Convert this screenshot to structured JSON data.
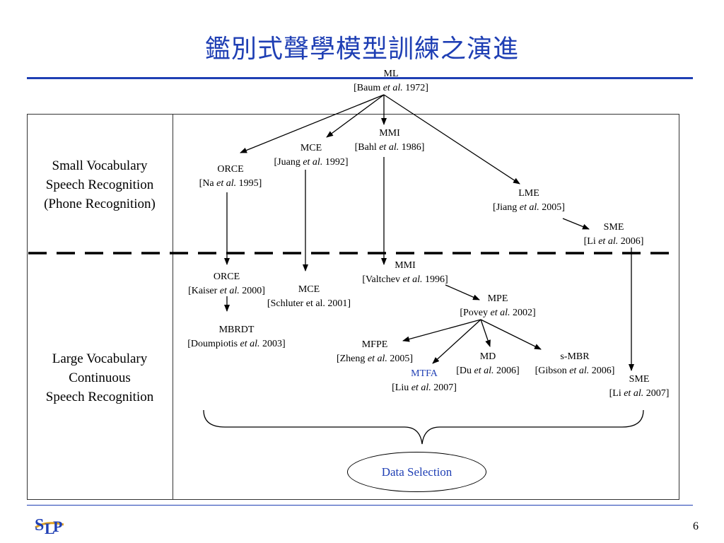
{
  "slide": {
    "title": "鑑別式聲學模型訓練之演進",
    "page_number": "6",
    "logo_text": "SLP"
  },
  "rows": {
    "small": [
      "Small Vocabulary",
      "Speech Recognition",
      "(Phone Recognition)"
    ],
    "large": [
      "Large Vocabulary",
      "Continuous",
      "Speech Recognition"
    ]
  },
  "nodes": {
    "ml": {
      "name": "ML",
      "pre": "[Baum ",
      "etal": "et al.",
      "post": " 1972]"
    },
    "orce_small": {
      "name": "ORCE",
      "pre": "[Na ",
      "etal": "et al.",
      "post": " 1995]"
    },
    "mce_small": {
      "name": "MCE",
      "pre": "[Juang ",
      "etal": "et al.",
      "post": " 1992]"
    },
    "mmi_small": {
      "name": "MMI",
      "pre": "[Bahl ",
      "etal": "et al.",
      "post": " 1986]"
    },
    "lme": {
      "name": "LME",
      "pre": "[Jiang ",
      "etal": "et al.",
      "post": " 2005]"
    },
    "sme_small": {
      "name": "SME",
      "pre": "[Li ",
      "etal": "et al.",
      "post": " 2006]"
    },
    "orce_large": {
      "name": "ORCE",
      "pre": "[Kaiser ",
      "etal": "et al.",
      "post": " 2000]"
    },
    "mce_large": {
      "name": "MCE",
      "citation": "[Schluter et al. 2001]"
    },
    "mmi_large": {
      "name": "MMI",
      "pre": "[Valtchev ",
      "etal": "et al.",
      "post": " 1996]"
    },
    "mpe": {
      "name": "MPE",
      "pre": "[Povey ",
      "etal": "et al.",
      "post": " 2002]"
    },
    "mbrdt": {
      "name": "MBRDT",
      "pre": "[Doumpiotis ",
      "etal": "et al.",
      "post": " 2003]"
    },
    "mfpe": {
      "name": "MFPE",
      "pre": "[Zheng ",
      "etal": "et al.",
      "post": " 2005]"
    },
    "mtfa": {
      "name": "MTFA",
      "pre": "[Liu ",
      "etal": "et al.",
      "post": " 2007]"
    },
    "md": {
      "name": "MD",
      "pre": "[Du ",
      "etal": "et al.",
      "post": " 2006]"
    },
    "smbr": {
      "name": "s-MBR",
      "pre": "[Gibson ",
      "etal": "et al.",
      "post": " 2006]"
    },
    "sme_large": {
      "name": "SME",
      "pre": "[Li ",
      "etal": "et al.",
      "post": " 2007]"
    }
  },
  "data_selection": "Data Selection",
  "colors": {
    "accent": "#1f3fb4",
    "line": "#000000"
  }
}
